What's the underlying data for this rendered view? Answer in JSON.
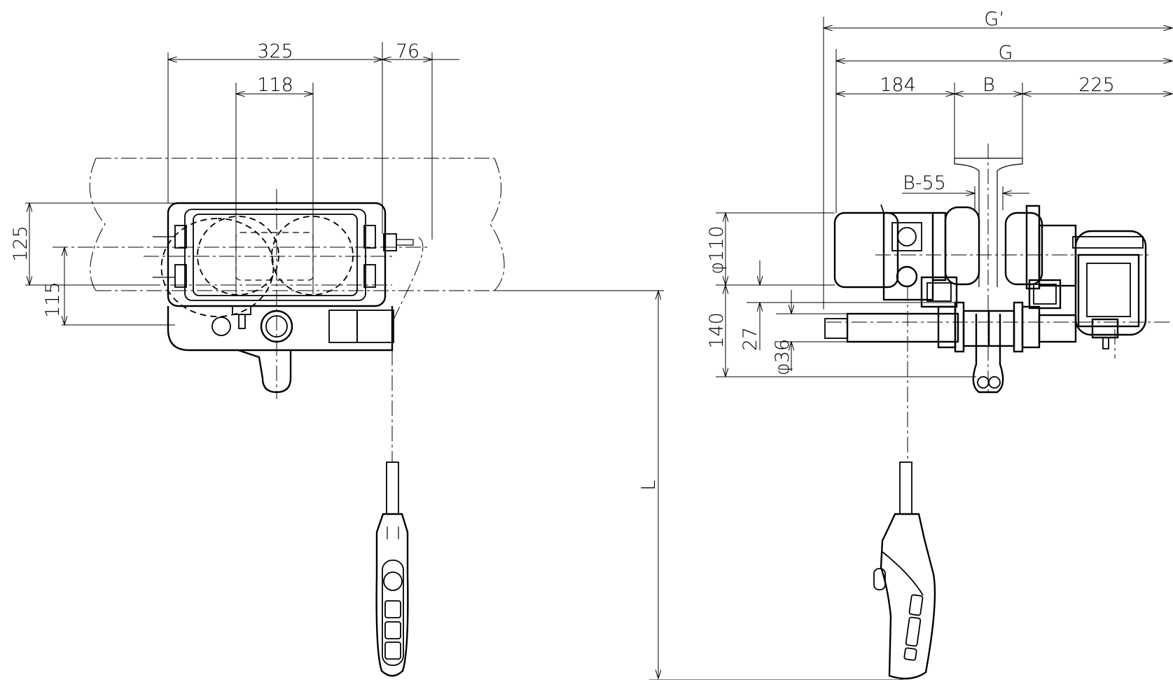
{
  "dimensions": {
    "front_325": "325",
    "front_76": "76",
    "front_118": "118",
    "front_125": "125",
    "front_115": "115",
    "side_g_prime": "G’",
    "side_g": "G",
    "side_184": "184",
    "side_b": "B",
    "side_225": "225",
    "side_b55": "B-55",
    "side_phi110": "φ110",
    "side_140": "140",
    "side_27": "27",
    "side_phi36": "φ36",
    "lift_l": "L"
  }
}
